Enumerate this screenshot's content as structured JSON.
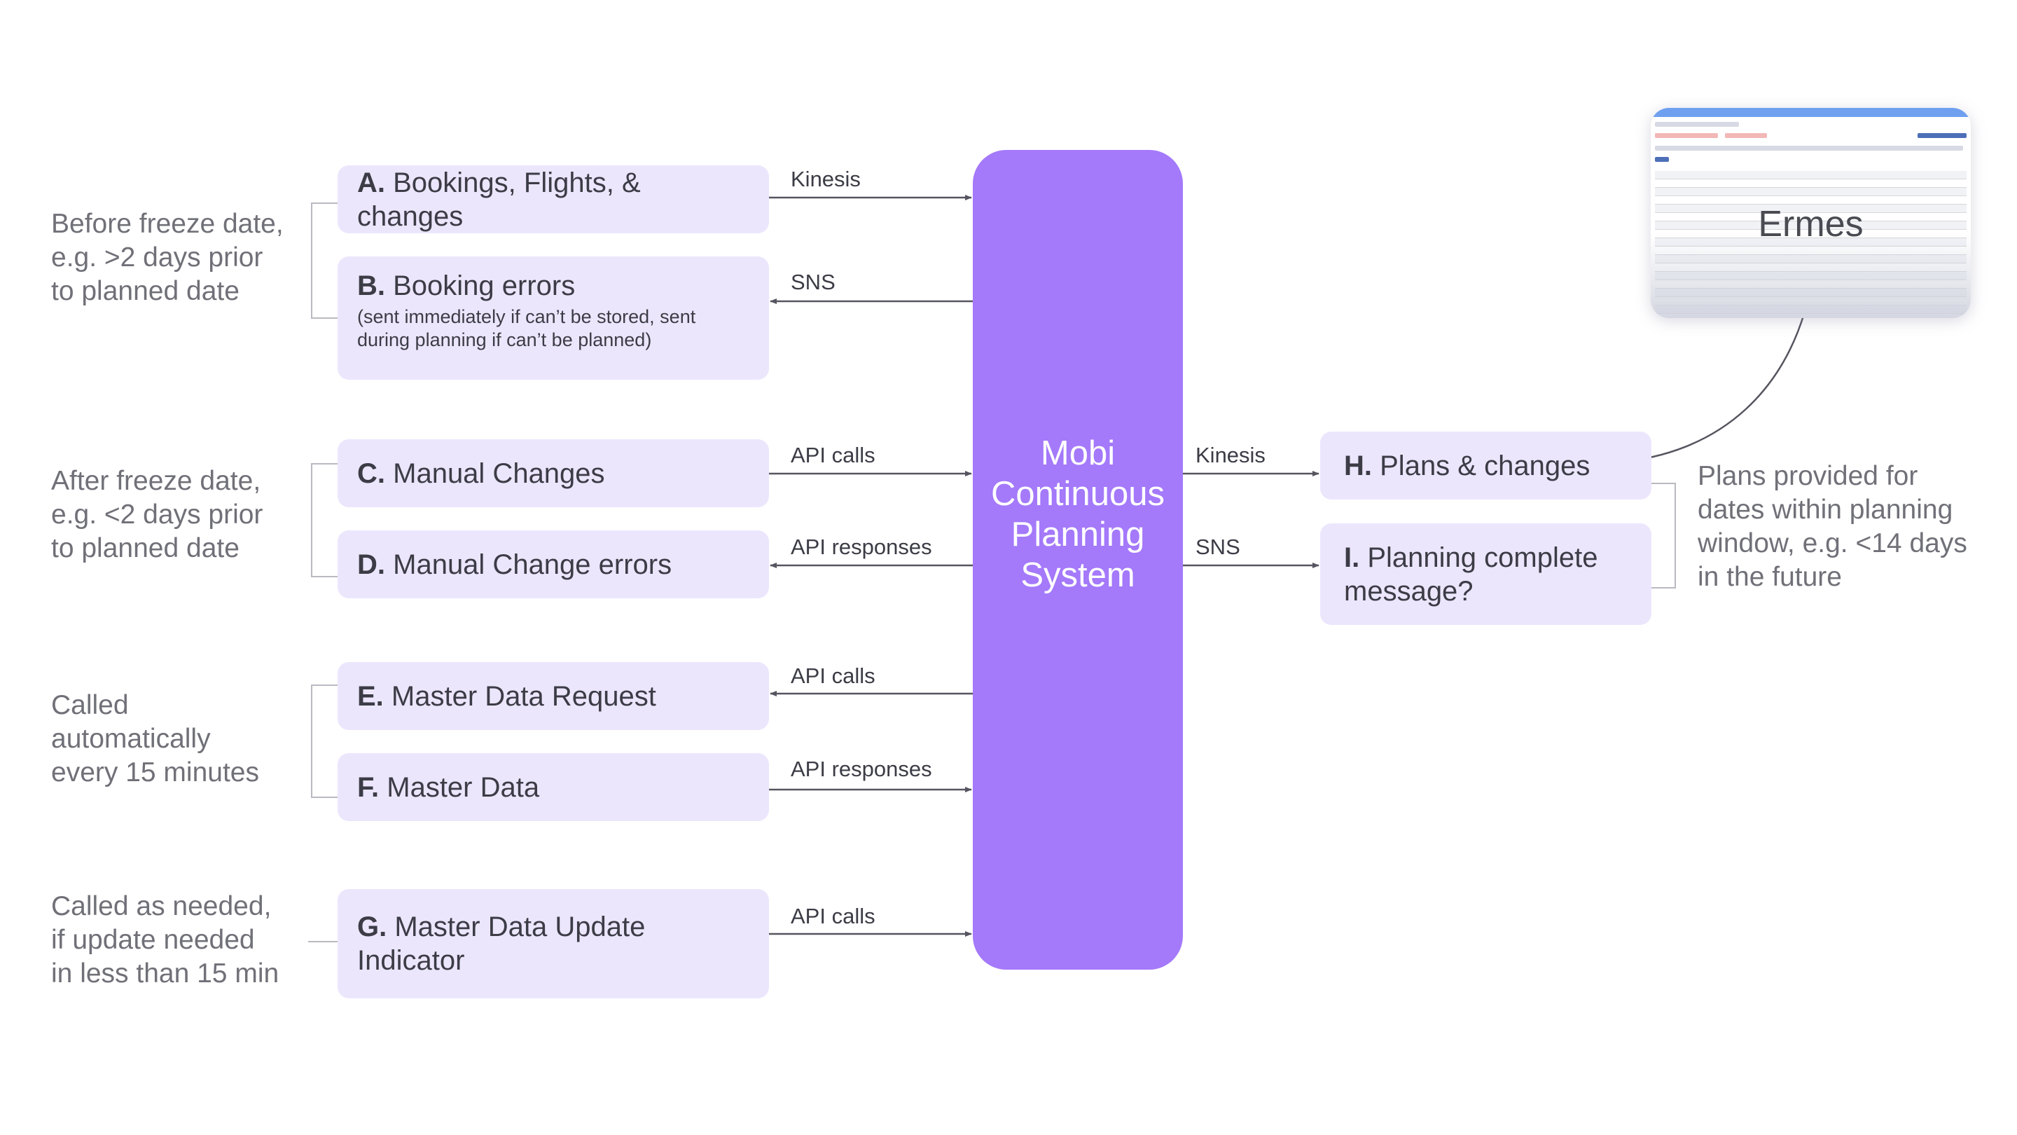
{
  "notes": {
    "before_freeze": "Before freeze date,\ne.g. >2 days prior\nto planned date",
    "after_freeze": "After freeze date,\ne.g. <2 days prior\nto planned date",
    "called_auto": "Called\nautomatically\nevery 15 minutes",
    "called_needed": "Called as needed,\nif update needed\nin less than 15 min",
    "plans_provided": "Plans provided for\ndates within planning\nwindow, e.g. <14 days\nin the future"
  },
  "boxes": {
    "a": {
      "key": "A.",
      "text": "Bookings, Flights, & changes"
    },
    "b": {
      "key": "B.",
      "text": "Booking errors",
      "sub": "(sent immediately if can’t be stored, sent during planning if can’t be planned)"
    },
    "c": {
      "key": "C.",
      "text": "Manual Changes"
    },
    "d": {
      "key": "D.",
      "text": "Manual Change errors"
    },
    "e": {
      "key": "E.",
      "text": "Master Data Request"
    },
    "f": {
      "key": "F.",
      "text": "Master Data"
    },
    "g": {
      "key": "G.",
      "text": "Master Data Update\nIndicator"
    },
    "h": {
      "key": "H.",
      "text": "Plans & changes"
    },
    "i": {
      "key": "I.",
      "text": "Planning complete\nmessage?"
    }
  },
  "edge_labels": {
    "a": "Kinesis",
    "b": "SNS",
    "c": "API calls",
    "d": "API responses",
    "e": "API calls",
    "f": "API responses",
    "g": "API calls",
    "h": "Kinesis",
    "i": "SNS"
  },
  "core": {
    "label": "Mobi\nContinuous\nPlanning\nSystem"
  },
  "ermes": {
    "title": "Ermes"
  },
  "colors": {
    "box_fill": "#ece6fd",
    "core_fill": "#a479fa",
    "line": "#555560",
    "bracket": "#b9b9c2"
  }
}
